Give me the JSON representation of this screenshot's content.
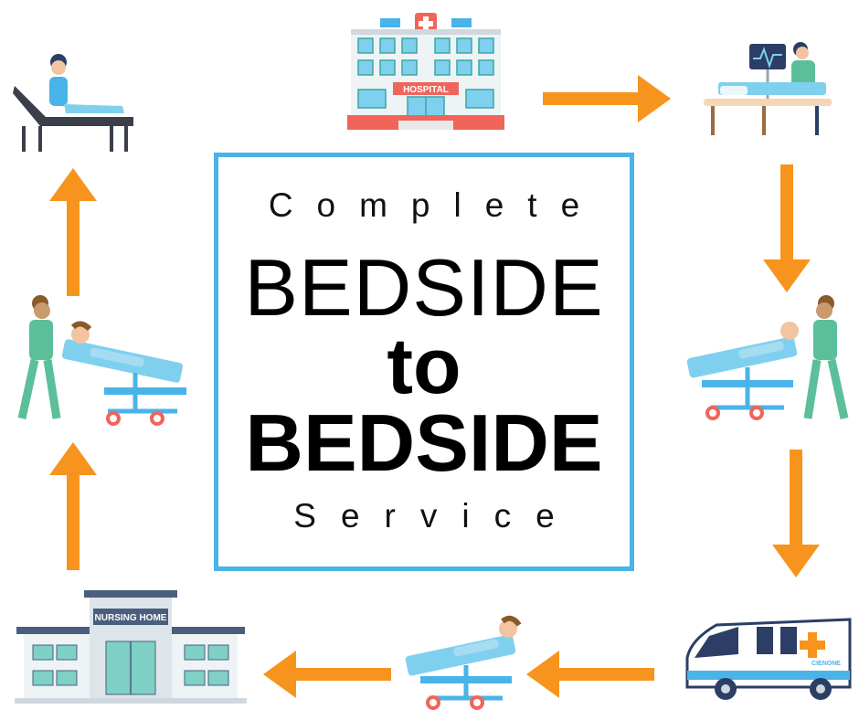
{
  "center": {
    "line1": "Complete",
    "line2": "BEDSIDE",
    "line3": "to",
    "line4": "BEDSIDE",
    "line5": "Service"
  },
  "labels": {
    "hospital_sign": "HOSPITAL",
    "nursing_home_sign": "NURSING HOME",
    "ambulance_logo": "CIENONE"
  },
  "colors": {
    "arrow": "#f7941d",
    "frame": "#4ab3e8",
    "scrubs": "#5bbf9a",
    "bed_blue": "#7fd0ee",
    "hospital_red": "#f0645a"
  },
  "icons": [
    "hospital-building-icon",
    "patient-on-monitor-bed-icon",
    "nurse-with-stretcher-icon",
    "ambulance-icon",
    "stretcher-icon",
    "nursing-home-building-icon",
    "patient-on-recliner-bed-icon"
  ]
}
